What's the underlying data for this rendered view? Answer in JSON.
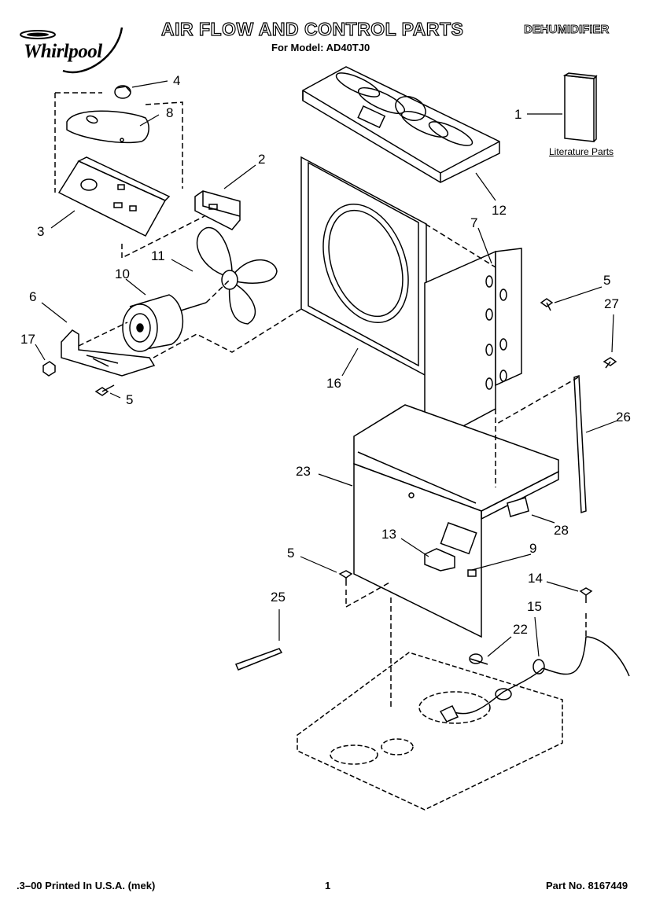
{
  "header": {
    "brand": "Whirlpool",
    "title": "AIR FLOW AND CONTROL PARTS",
    "subtitle": "For Model: AD40TJ0",
    "category": "DEHUMIDIFIER"
  },
  "callouts": {
    "c1": "1",
    "c2": "2",
    "c3": "3",
    "c4": "4",
    "c5a": "5",
    "c5b": "5",
    "c5c": "5",
    "c6": "6",
    "c7": "7",
    "c8": "8",
    "c9": "9",
    "c10": "10",
    "c11": "11",
    "c12": "12",
    "c13": "13",
    "c14": "14",
    "c15": "15",
    "c16": "16",
    "c17": "17",
    "c22": "22",
    "c23": "23",
    "c25": "25",
    "c26": "26",
    "c27": "27",
    "c28": "28"
  },
  "literature_label": "Literature Parts",
  "footer": {
    "left": ".3–00 Printed In U.S.A. (mek)",
    "center": "1",
    "right": "Part No. 8167449"
  }
}
